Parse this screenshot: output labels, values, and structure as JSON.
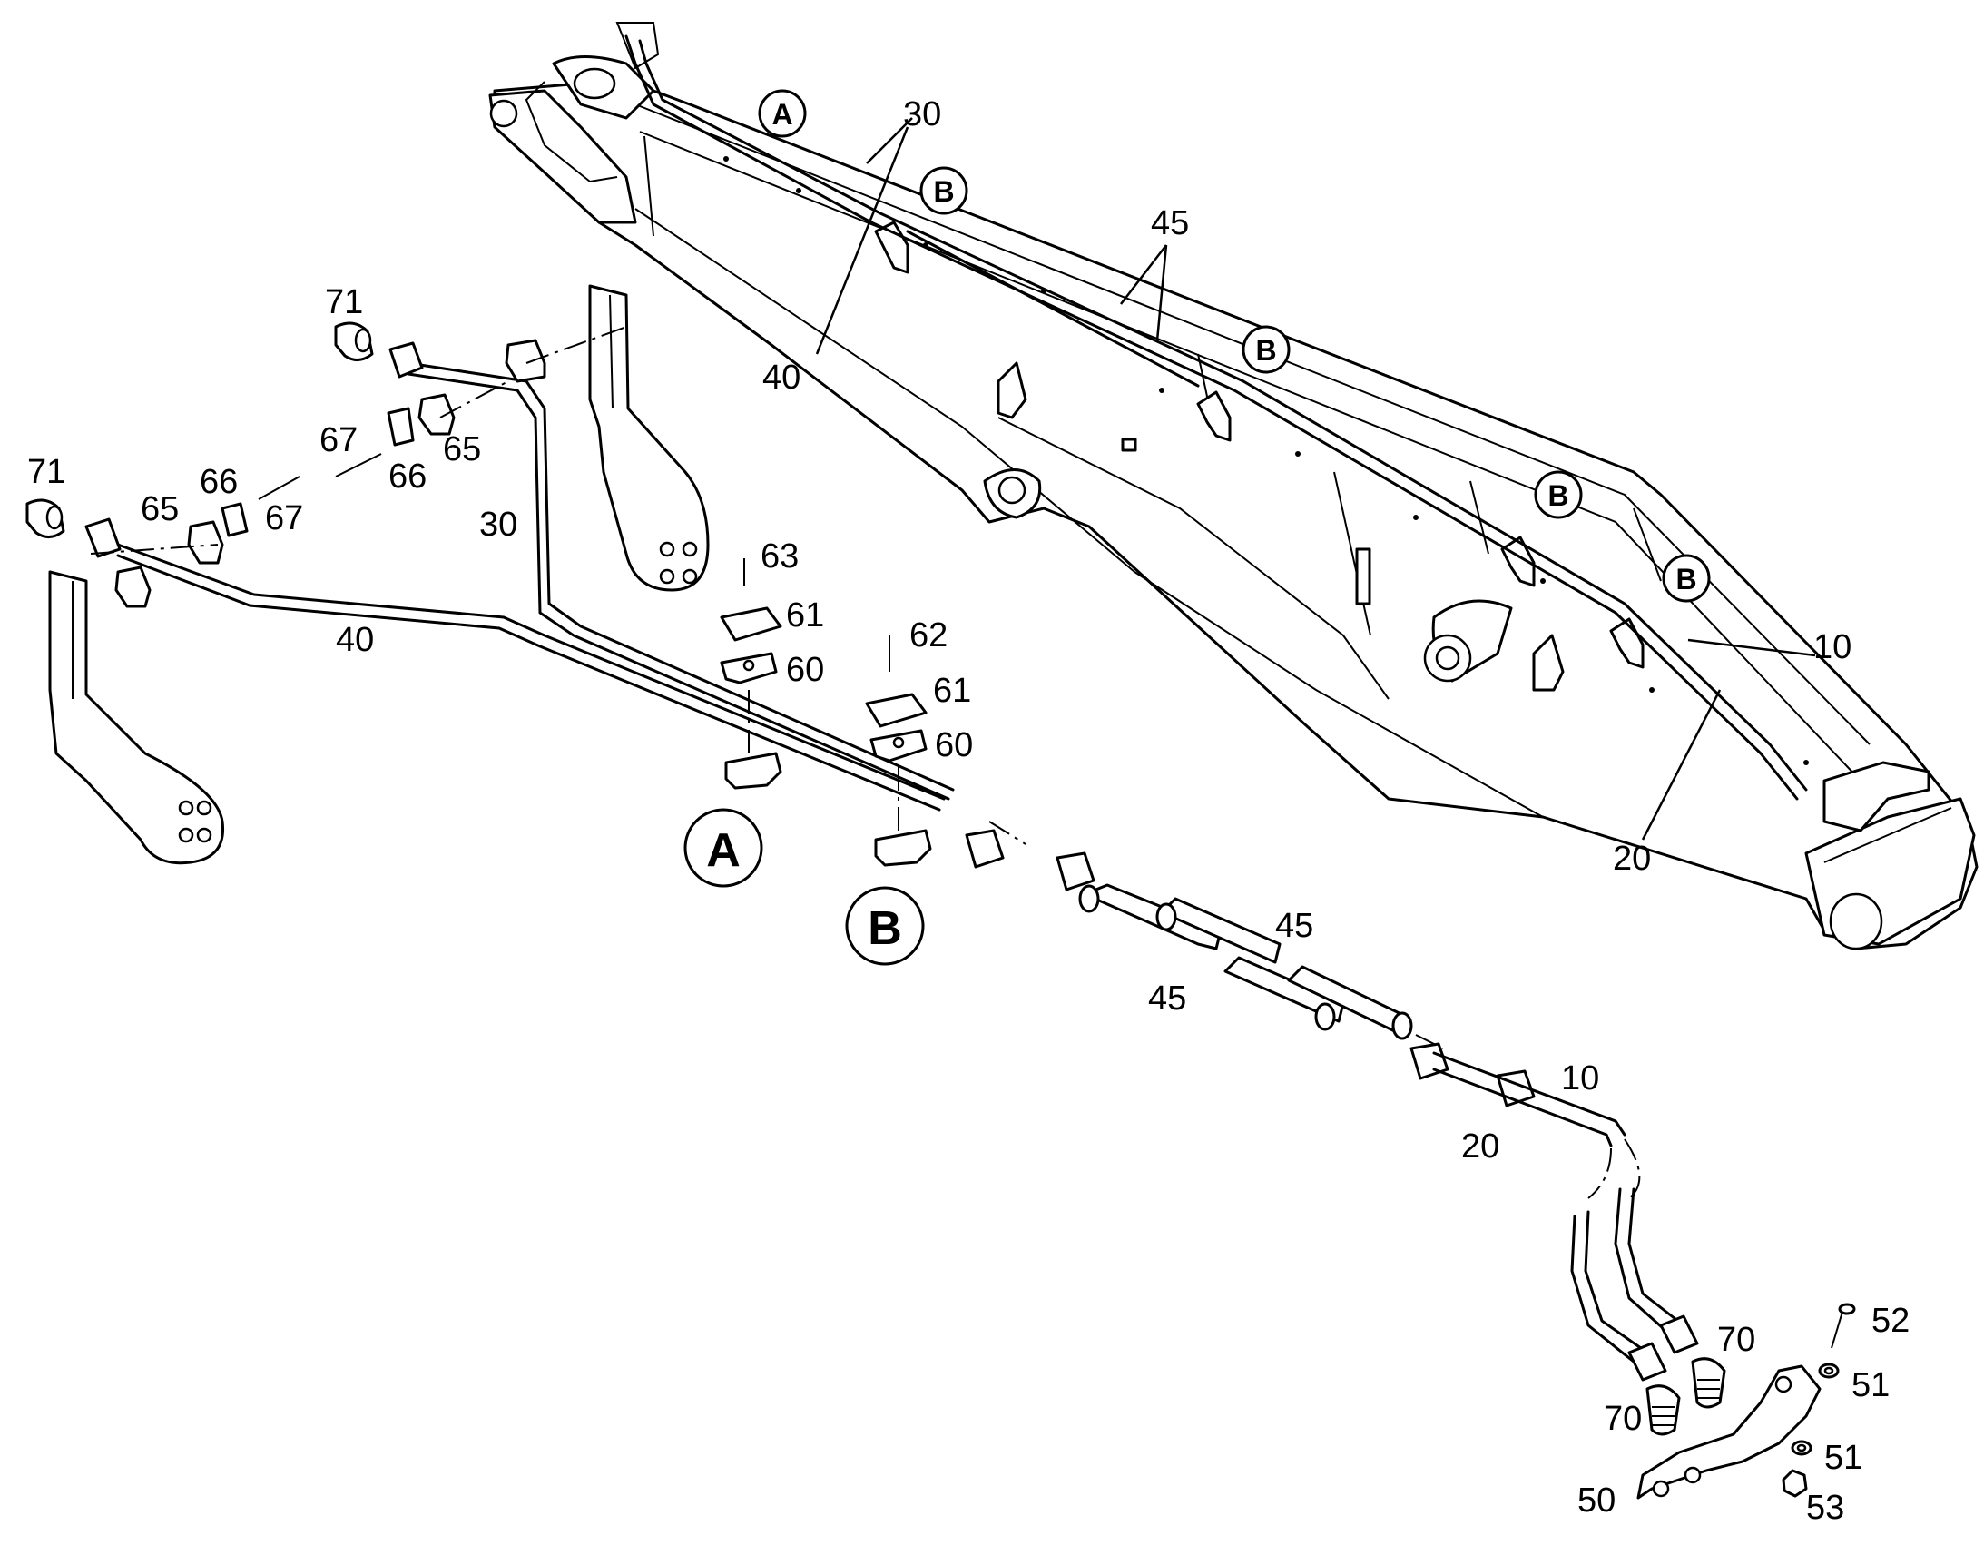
{
  "detail_labels": {
    "A": "A",
    "B": "B"
  },
  "callouts": {
    "n10": "10",
    "n20": "20",
    "n30": "30",
    "n40": "40",
    "n45": "45",
    "n50": "50",
    "n51": "51",
    "n52": "52",
    "n53": "53",
    "n60": "60",
    "n61": "61",
    "n62": "62",
    "n63": "63",
    "n65": "65",
    "n66": "66",
    "n67": "67",
    "n70": "70",
    "n71": "71"
  }
}
